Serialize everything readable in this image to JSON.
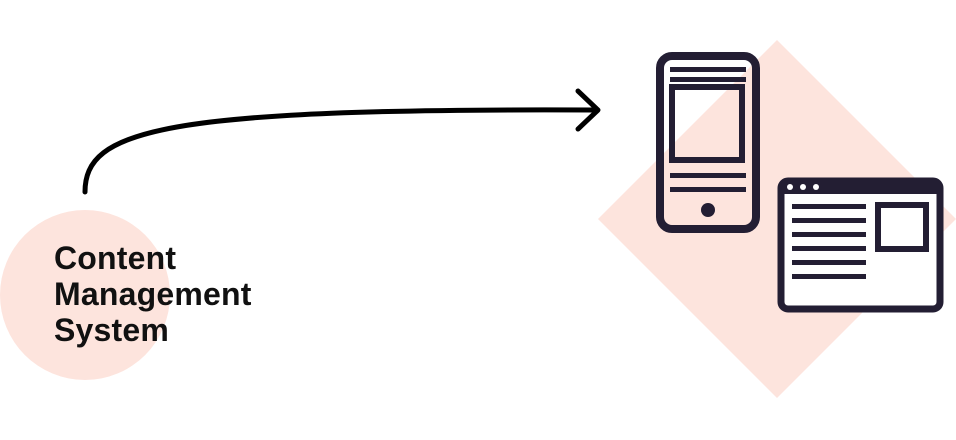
{
  "cms": {
    "label_lines": [
      "Content",
      "Management",
      "System"
    ]
  },
  "icons": {
    "source": "cms-circle",
    "targets": [
      "smartphone-icon",
      "browser-window-icon"
    ]
  },
  "colors": {
    "accent_blush": "#fde4dd",
    "ink": "#231e33",
    "arrow": "#000000",
    "text": "#111111"
  }
}
